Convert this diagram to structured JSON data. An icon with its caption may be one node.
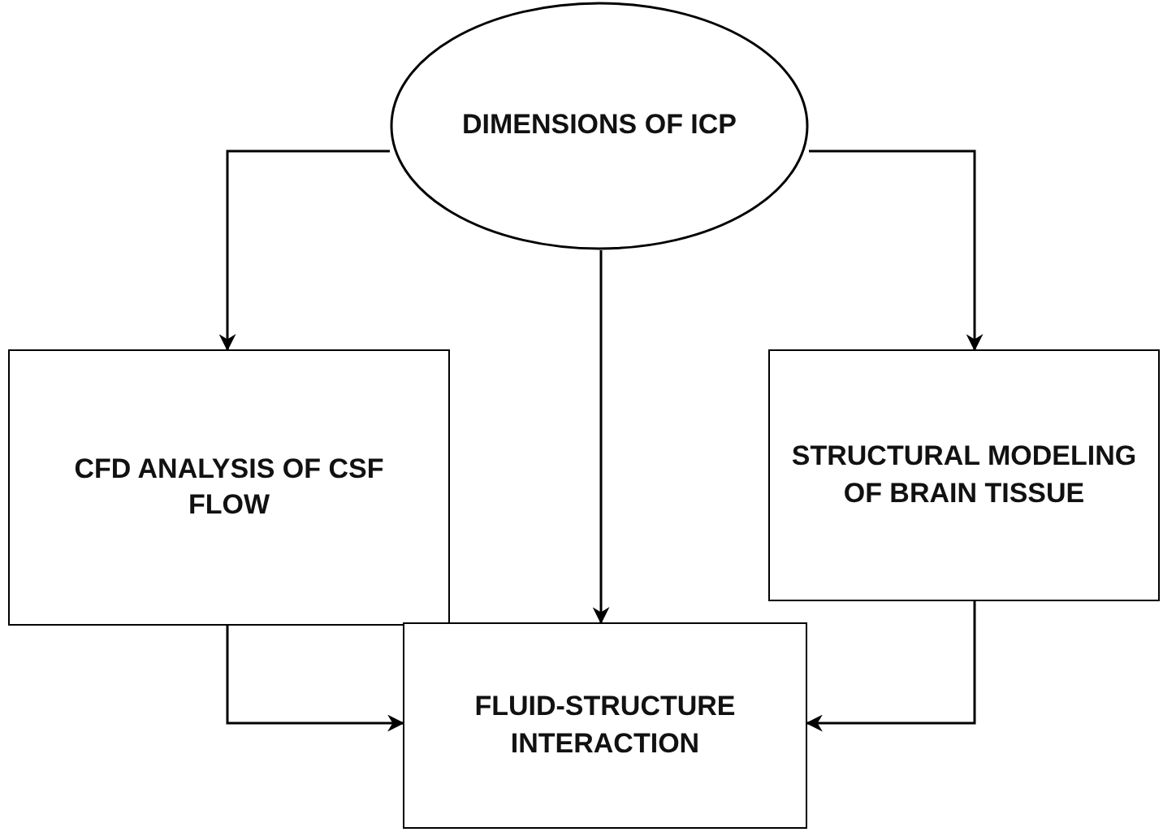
{
  "diagram": {
    "nodes": [
      {
        "text": [
          "DIMENSIONS OF ICP"
        ]
      },
      {
        "text": [
          "CFD ANALYSIS OF CSF FLOW"
        ]
      },
      {
        "text": [
          "STRUCTURAL MODELING OF BRAIN TISSUE"
        ]
      },
      {
        "text": [
          "FLUID-STRUCTURE INTERACTION"
        ]
      }
    ],
    "edges": [
      {
        "from": 0,
        "to": 1,
        "arrow": "to"
      },
      {
        "from": 0,
        "to": 2,
        "arrow": "to"
      },
      {
        "from": 0,
        "to": 3,
        "arrow": "to"
      },
      {
        "from": 1,
        "to": 3,
        "arrow": "to"
      },
      {
        "from": 2,
        "to": 3,
        "arrow": "to"
      }
    ]
  }
}
